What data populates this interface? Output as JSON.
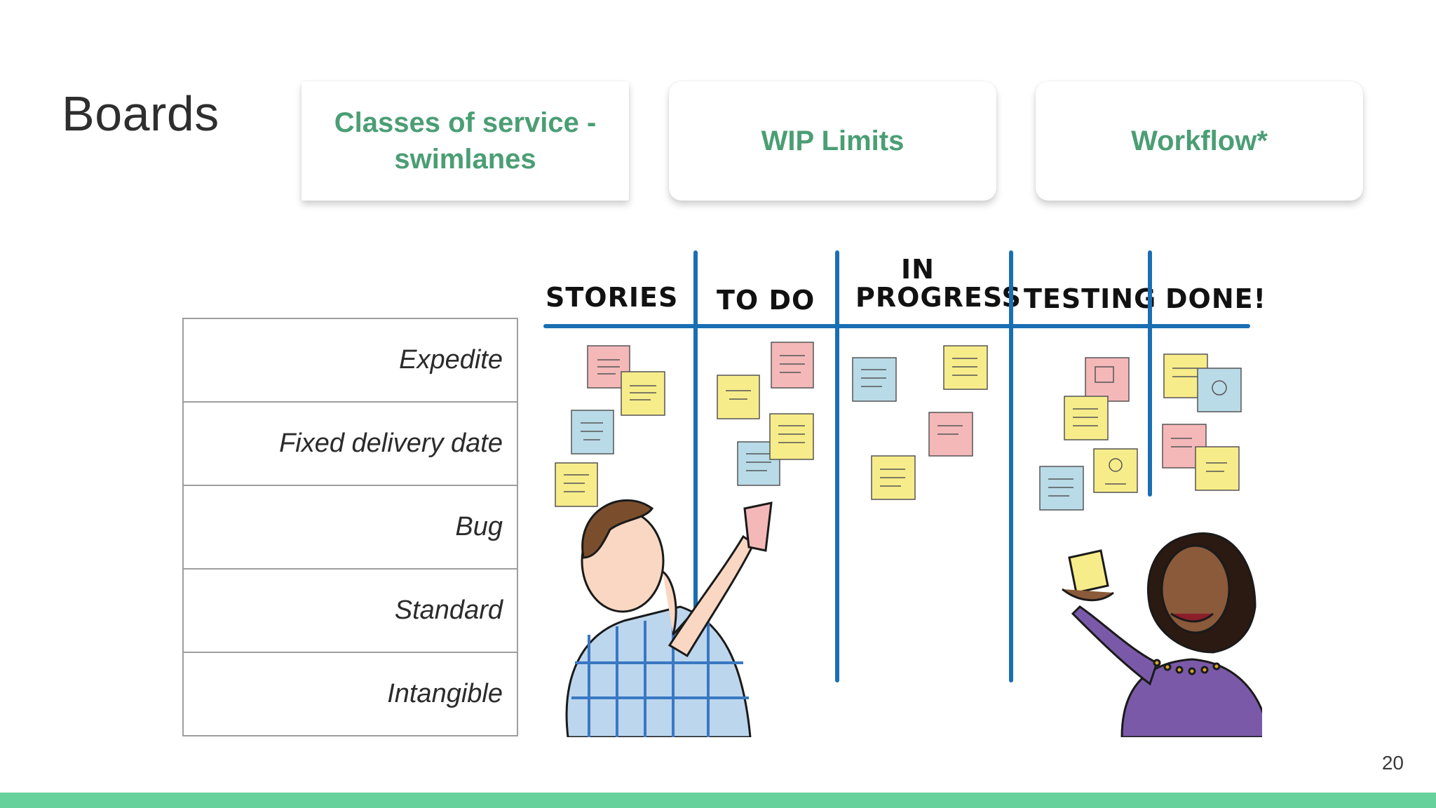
{
  "slide": {
    "title": "Boards",
    "page_number": "20"
  },
  "cards": [
    {
      "line1": "Classes of service -",
      "line2": "swimlanes"
    },
    {
      "line1": "WIP Limits",
      "line2": ""
    },
    {
      "line1": "Workflow*",
      "line2": ""
    }
  ],
  "swimlanes": [
    "Expedite",
    "Fixed delivery date",
    "Bug",
    "Standard",
    "Intangible"
  ],
  "board": {
    "columns": [
      "STORIES",
      "TO DO",
      "IN",
      "PROGRESS",
      "TESTING",
      "DONE!"
    ]
  },
  "colors": {
    "accent": "#4b9e74",
    "footer": "#66d19b",
    "board_line": "#1a6fb3"
  }
}
